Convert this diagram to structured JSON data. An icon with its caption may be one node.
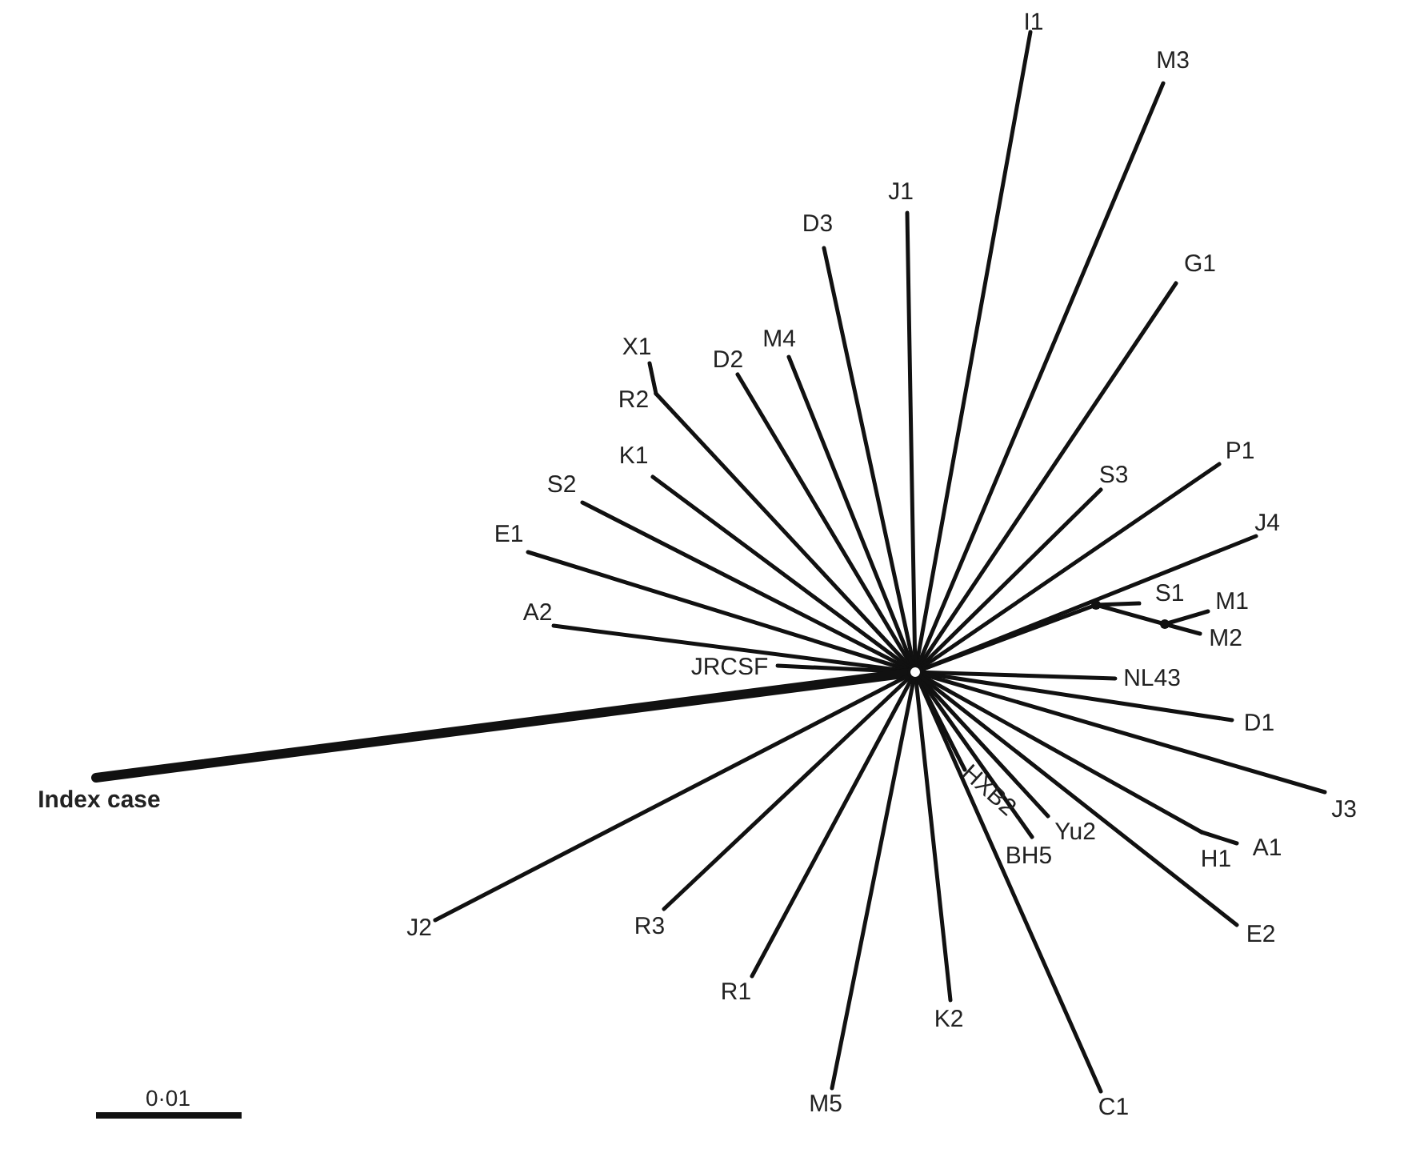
{
  "diagram": {
    "nodes": [
      {
        "text": [
          "I1"
        ]
      },
      {
        "text": [
          "M3"
        ]
      },
      {
        "text": [
          "J1"
        ]
      },
      {
        "text": [
          "D3"
        ]
      },
      {
        "text": [
          "G1"
        ]
      },
      {
        "text": [
          "X1"
        ]
      },
      {
        "text": [
          "D2"
        ]
      },
      {
        "text": [
          "M4"
        ]
      },
      {
        "text": [
          "R2"
        ]
      },
      {
        "text": [
          "K1"
        ]
      },
      {
        "text": [
          "S3"
        ]
      },
      {
        "text": [
          "P1"
        ]
      },
      {
        "text": [
          "S2"
        ]
      },
      {
        "text": [
          "E1"
        ]
      },
      {
        "text": [
          "J4"
        ]
      },
      {
        "text": [
          "S1"
        ]
      },
      {
        "text": [],
        "shape": "point"
      },
      {
        "text": [
          "M1"
        ]
      },
      {
        "text": [
          "A2"
        ]
      },
      {
        "text": [],
        "shape": "point"
      },
      {
        "text": [
          "M2"
        ]
      },
      {
        "text": [
          "JRCSF"
        ]
      },
      {
        "text": [],
        "shape": "circle"
      },
      {
        "text": [
          "NL43"
        ]
      },
      {
        "text": [
          "D1"
        ]
      },
      {
        "text": [
          "Index case"
        ]
      },
      {
        "text": [
          "HXB2"
        ]
      },
      {
        "text": [
          "J3"
        ]
      },
      {
        "text": [
          "Yu2"
        ]
      },
      {
        "text": [
          "H1"
        ]
      },
      {
        "text": [
          "A1"
        ]
      },
      {
        "text": [
          "BH5"
        ]
      },
      {
        "text": [
          "J2"
        ]
      },
      {
        "text": [
          "E2"
        ]
      },
      {
        "text": [
          "R3"
        ]
      },
      {
        "text": [
          "R1"
        ]
      },
      {
        "text": [
          "K2"
        ]
      },
      {
        "text": [
          "M5"
        ]
      },
      {
        "text": [
          "C1"
        ]
      }
    ],
    "edges": [
      {
        "from": 22,
        "to": 0,
        "arrow": "none"
      },
      {
        "from": 22,
        "to": 1,
        "arrow": "none"
      },
      {
        "from": 22,
        "to": 2,
        "arrow": "none"
      },
      {
        "from": 22,
        "to": 3,
        "arrow": "none"
      },
      {
        "from": 22,
        "to": 4,
        "arrow": "none"
      },
      {
        "from": 22,
        "to": 8,
        "arrow": "none"
      },
      {
        "from": 8,
        "to": 5,
        "arrow": "none"
      },
      {
        "from": 22,
        "to": 6,
        "arrow": "none"
      },
      {
        "from": 22,
        "to": 7,
        "arrow": "none"
      },
      {
        "from": 22,
        "to": 9,
        "arrow": "none"
      },
      {
        "from": 22,
        "to": 10,
        "arrow": "none"
      },
      {
        "from": 22,
        "to": 11,
        "arrow": "none"
      },
      {
        "from": 22,
        "to": 12,
        "arrow": "none"
      },
      {
        "from": 22,
        "to": 13,
        "arrow": "none"
      },
      {
        "from": 22,
        "to": 14,
        "arrow": "none"
      },
      {
        "from": 22,
        "to": 16,
        "arrow": "none"
      },
      {
        "from": 16,
        "to": 15,
        "arrow": "none"
      },
      {
        "from": 16,
        "to": 19,
        "arrow": "none"
      },
      {
        "from": 19,
        "to": 17,
        "arrow": "none"
      },
      {
        "from": 19,
        "to": 20,
        "arrow": "none"
      },
      {
        "from": 22,
        "to": 18,
        "arrow": "none"
      },
      {
        "from": 22,
        "to": 21,
        "arrow": "none"
      },
      {
        "from": 22,
        "to": 23,
        "arrow": "none"
      },
      {
        "from": 22,
        "to": 24,
        "arrow": "none"
      },
      {
        "from": 22,
        "to": 25,
        "arrow": "none",
        "style": "thick"
      },
      {
        "from": 22,
        "to": 26,
        "arrow": "none"
      },
      {
        "from": 22,
        "to": 27,
        "arrow": "none"
      },
      {
        "from": 22,
        "to": 28,
        "arrow": "none"
      },
      {
        "from": 22,
        "to": 29,
        "arrow": "none"
      },
      {
        "from": 29,
        "to": 30,
        "arrow": "none"
      },
      {
        "from": 22,
        "to": 31,
        "arrow": "none"
      },
      {
        "from": 22,
        "to": 32,
        "arrow": "none"
      },
      {
        "from": 22,
        "to": 33,
        "arrow": "none"
      },
      {
        "from": 22,
        "to": 34,
        "arrow": "none"
      },
      {
        "from": 22,
        "to": 35,
        "arrow": "none"
      },
      {
        "from": 22,
        "to": 36,
        "arrow": "none"
      },
      {
        "from": 22,
        "to": 37,
        "arrow": "none"
      },
      {
        "from": 22,
        "to": 38,
        "arrow": "none"
      }
    ],
    "labels": [
      "0·01"
    ]
  }
}
